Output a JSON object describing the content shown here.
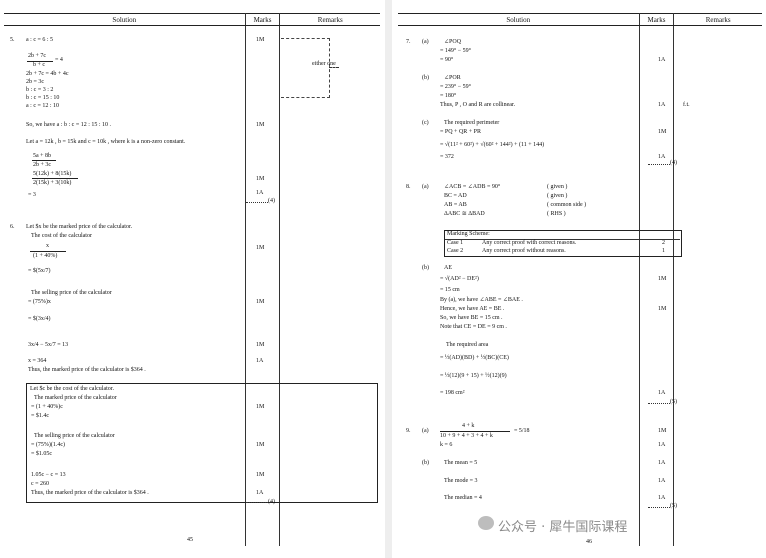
{
  "header": {
    "solution": "Solution",
    "marks": "Marks",
    "remarks": "Remarks"
  },
  "left": {
    "page_number": "45",
    "q5": {
      "num": "5.",
      "l1": "a : c = 6 : 5",
      "l2n": "2b + 7c",
      "l2d": "b + c",
      "l2r": "= 4",
      "l3": "2b + 7c = 4b + 4c",
      "l4": "2b = 3c",
      "l5": "b : c = 3 : 2",
      "l6": "b : c = 15 : 10",
      "l7": "a : c = 12 : 10",
      "l8": "So, we have  a : b : c = 12 : 15 : 10 .",
      "l9": "Let  a = 12k ,  b = 15k  and  c = 10k ,  where  k  is a non-zero constant.",
      "l10n": "5a + 8b",
      "l10d": "2b + 3c",
      "l11n": "5(12k) + 8(15k)",
      "l11d": "2(15k) + 3(10k)",
      "l12": "= 3",
      "m1": "1M",
      "m2": "1M",
      "m3": "1M",
      "m4": "1A",
      "m5": "(4)",
      "remark": "either one"
    },
    "q6": {
      "num": "6.",
      "l1": "Let  $x  be the marked price of the calculator.",
      "l2": "The cost of the calculator",
      "l3n": "x",
      "l3d": "(1 + 40%)",
      "l4": "= $(5x/7)",
      "l5": "The selling price of the calculator",
      "l6": "= (75%)x",
      "l7": "= $(3x/4)",
      "l8": "3x/4 − 5x/7 = 13",
      "l9": "x = 364",
      "l10": "Thus, the marked price of the calculator is  $364 .",
      "m1": "1M",
      "m2": "1M",
      "m3": "1M",
      "m4": "1A",
      "alt": {
        "l1": "Let  $c  be the cost of the calculator.",
        "l2": "The marked price of the calculator",
        "l3": "= (1 + 40%)c",
        "l4": "= $1.4c",
        "l5": "The selling price of the calculator",
        "l6": "= (75%)(1.4c)",
        "l7": "= $1.05c",
        "l8": "1.05c − c = 13",
        "l9": "c = 260",
        "l10": "Thus, the marked price of the calculator is  $364 .",
        "m1": "1M",
        "m2": "1M",
        "m3": "1M",
        "m4": "1A",
        "m5": "(4)"
      }
    }
  },
  "right": {
    "page_number": "46",
    "q7": {
      "num": "7.",
      "a": "(a)",
      "a1": "∠POQ",
      "a2": "= 149° − 59°",
      "a3": "= 90°",
      "am": "1A",
      "b": "(b)",
      "b1": "∠POR",
      "b2": "= 239° − 59°",
      "b3": "= 180°",
      "b4": "Thus,  P ,  O  and  R  are collinear.",
      "bm": "1A",
      "bremark": "f.t.",
      "c": "(c)",
      "c1": "The required perimeter",
      "c2": "= PQ + QR + PR",
      "c3": "= √(11² + 60²) + √(60² + 144²) + (11 + 144)",
      "c4": "= 372",
      "cm1": "1M",
      "cm2": "1A",
      "cm3": "(4)"
    },
    "q8": {
      "num": "8.",
      "a": "(a)",
      "p1": "∠ACB = ∠ADB = 90°",
      "r1": "( given )",
      "p2": "BC = AD",
      "r2": "( given )",
      "p3": "AB = AB",
      "r3": "( common side )",
      "p4": "ΔABC ≅ ΔBAD",
      "r4": "( RHS )",
      "scheme_title": "Marking Scheme:",
      "case1": "Case 1",
      "case1_text": "Any correct proof with correct reasons.",
      "case1_mark": "2",
      "case2": "Case 2",
      "case2_text": "Any correct proof without reasons.",
      "case2_mark": "1",
      "b": "(b)",
      "b1": "AE",
      "b2": "= √(AD² − DE²)",
      "b3": "= 15 cm",
      "b4": "By (a), we have  ∠ABE = ∠BAE .",
      "b5": "Hence, we have  AE = BE .",
      "b6": "So, we have  BE = 15 cm .",
      "b7": "Note that  CE = DE = 9 cm .",
      "b8": "The required area",
      "b9": "= ½(AD)(BD) + ½(BC)(CE)",
      "b10": "= ½(12)(9 + 15) + ½(12)(9)",
      "b11": "= 198 cm²",
      "bm1": "1M",
      "bm2": "1M",
      "bm3": "1A",
      "bm4": "(5)"
    },
    "q9": {
      "num": "9.",
      "a": "(a)",
      "a1n": "4 + k",
      "a1d": "10 + 9 + 4 + 3 + 4 + k",
      "a1r": "= 5/18",
      "a2": "k = 6",
      "b": "(b)",
      "b1": "The mean = 5",
      "b2": "The mode = 3",
      "b3": "The median = 4",
      "am1": "1M",
      "am2": "1A",
      "bm1": "1A",
      "bm2": "1A",
      "bm3": "1A",
      "bm4": "(5)"
    },
    "watermark": "公众号 · 犀牛国际课程"
  }
}
